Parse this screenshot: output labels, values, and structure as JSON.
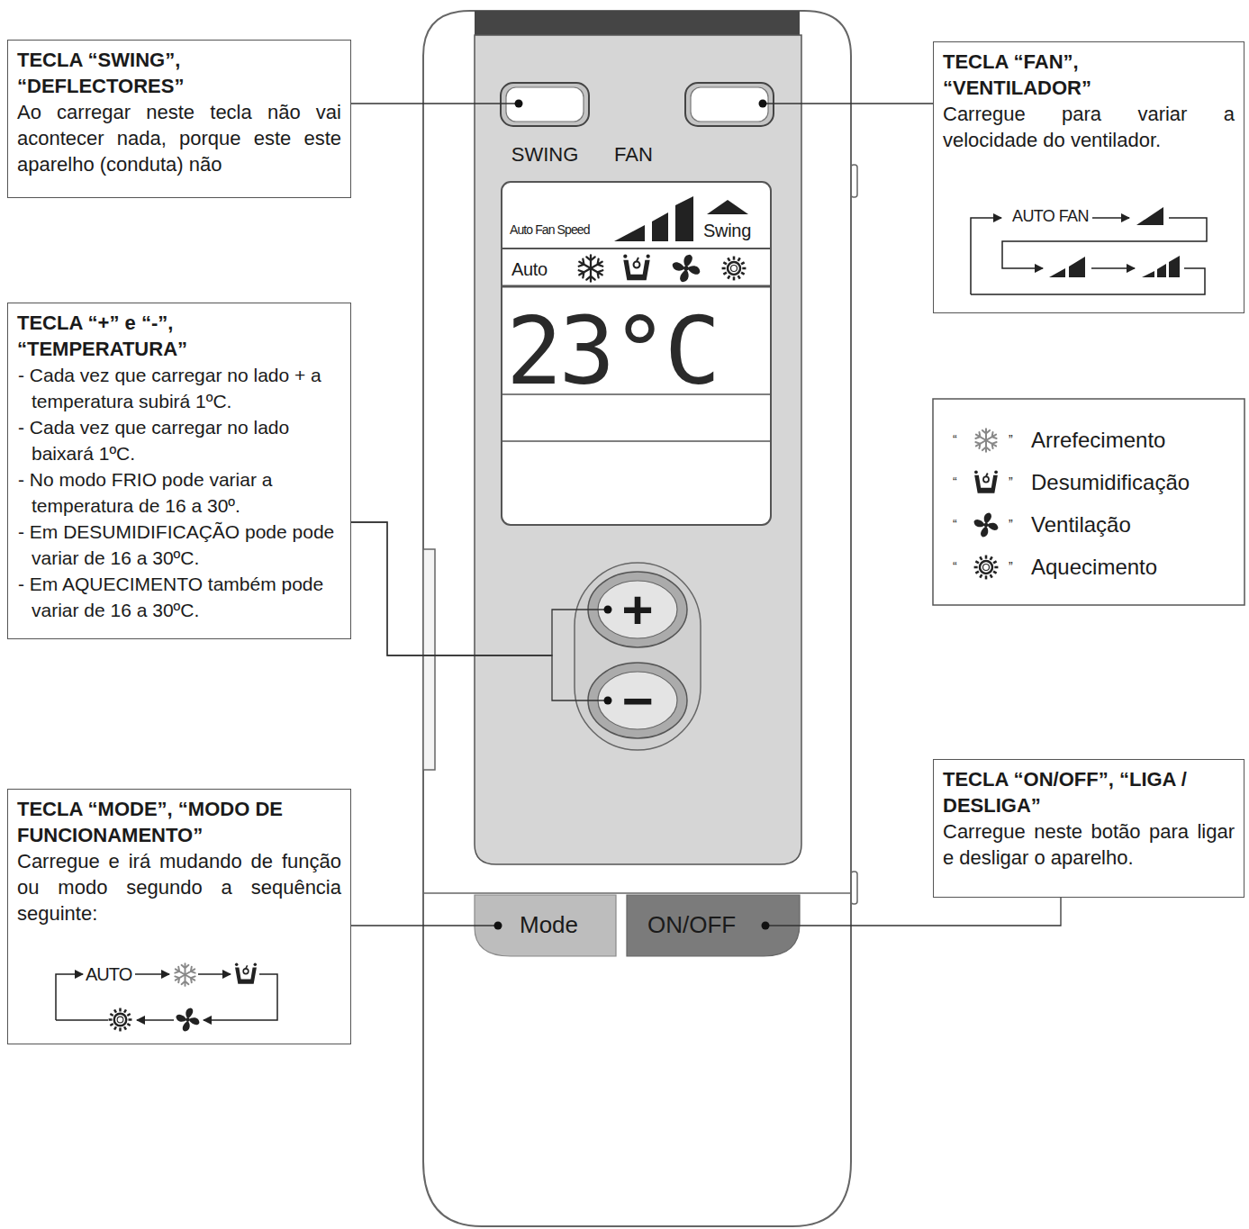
{
  "diagram": {
    "nodes": [
      {
        "text": [
          "TECLA “SWING”, “DEFLECTORES”",
          "Ao carregar neste tecla não vai acontecer nada, porque este este aparelho (conduta) não"
        ]
      },
      {
        "text": [
          "SWING"
        ]
      },
      {
        "text": [
          "FAN"
        ]
      },
      {
        "text": [
          "TECLA “FAN”, “VENTILADOR”",
          "Carregue para variar a velocidade do ventilador."
        ]
      },
      {
        "text": [
          "TECLA “+” e “-”, “TEMPERATURA”",
          "- Cada vez que carregar no lado + a temperatura subirá 1ºC.",
          "- Cada vez que carregar no lado baixará 1ºC.",
          "- No modo FRIO pode variar a temperatura de 16 a 30º.",
          "- Em DESUMIDIFICAÇÃO pode pode variar de 16 a 30ºC.",
          "- Em AQUECIMENTO também pode variar de 16 a 30ºC."
        ]
      },
      {
        "text": [
          "+"
        ]
      },
      {
        "text": [
          "−"
        ]
      },
      {
        "text": [
          "TECLA “MODE”, “MODO DE FUNCIONAMENTO”",
          "Carregue e irá mudando de função ou modo segundo a sequência seguinte:"
        ]
      },
      {
        "text": [
          "Mode"
        ]
      },
      {
        "text": [
          "ON/OFF"
        ]
      },
      {
        "text": [
          "TECLA “ON/OFF”, “LIGA / DESLIGA”",
          "Carregue neste botão para ligar e desligar o aparelho."
        ]
      }
    ],
    "edges": [
      {
        "from": 0,
        "to": 1,
        "arrow": "none"
      },
      {
        "from": 3,
        "to": 2,
        "arrow": "none"
      },
      {
        "from": 4,
        "to": 5,
        "arrow": "none"
      },
      {
        "from": 4,
        "to": 6,
        "arrow": "none"
      },
      {
        "from": 7,
        "to": 8,
        "arrow": "none"
      },
      {
        "from": 10,
        "to": 9,
        "arrow": "none"
      }
    ],
    "labels": [
      "Auto Fan Speed",
      "Swing",
      "Auto",
      "23°C",
      "AUTO FAN",
      "“",
      "”",
      "“",
      "”",
      "“",
      "”",
      "“",
      "”",
      "AUTO"
    ],
    "legend": [
      {
        "text": "Arrefecimento"
      },
      {
        "text": "Desumidificação"
      },
      {
        "text": "Ventilação"
      },
      {
        "text": "Aquecimento"
      }
    ]
  }
}
